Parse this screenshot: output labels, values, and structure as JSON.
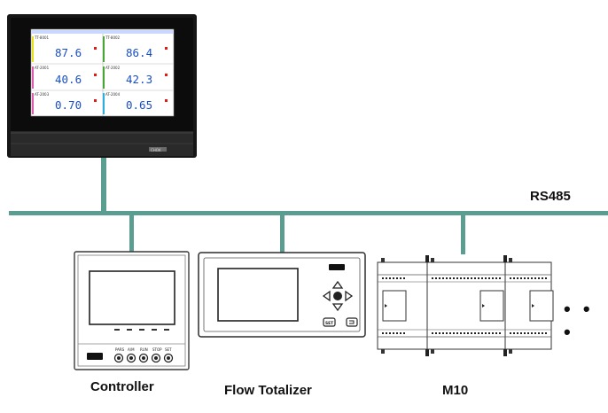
{
  "bus": {
    "label": "RS485",
    "color": "#5b9d91"
  },
  "recorder": {
    "readings": [
      {
        "value": "87.6",
        "label": "TT-8001",
        "accent": "#e8e016"
      },
      {
        "value": "86.4",
        "label": "TT-8002",
        "accent": "#46a832"
      },
      {
        "value": "40.6",
        "label": "AT-2001",
        "accent": "#e05bb0"
      },
      {
        "value": "42.3",
        "label": "AT-2002",
        "accent": "#46a832"
      },
      {
        "value": "0.70",
        "label": "AT-2003",
        "accent": "#e05bb0"
      },
      {
        "value": "0.65",
        "label": "AT-2004",
        "accent": "#2ab0e0"
      }
    ],
    "brand": "CHOK"
  },
  "devices": {
    "controller": {
      "label": "Controller",
      "button_labels": [
        "PARS",
        "A/M",
        "RUN",
        "STOP",
        "SET"
      ]
    },
    "flow_totalizer": {
      "label": "Flow Totalizer",
      "set_label": "SET"
    },
    "m10": {
      "label": "M10"
    }
  },
  "continuation": "• • •"
}
